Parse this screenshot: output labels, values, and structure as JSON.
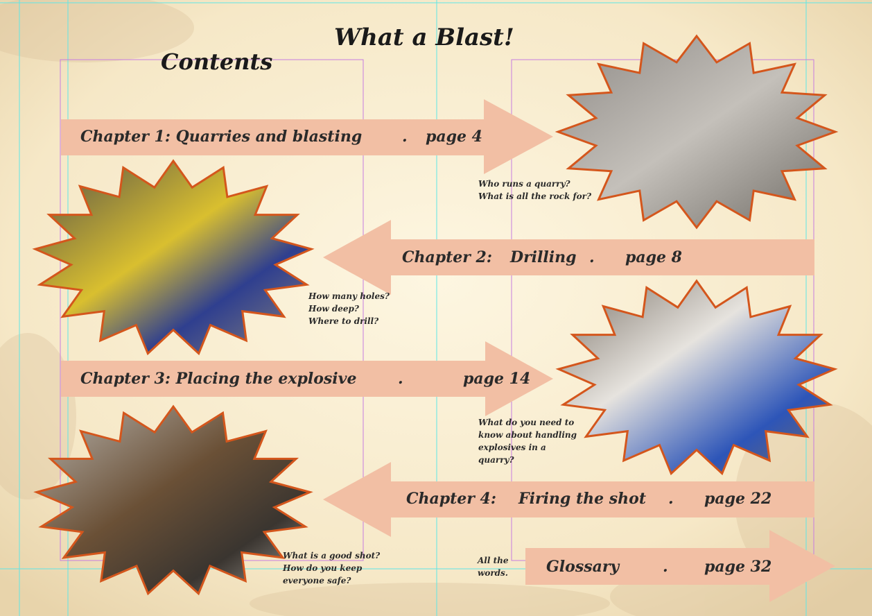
{
  "page": {
    "title": "What a   Blast!",
    "contents_heading": "Contents"
  },
  "chapters": [
    {
      "title": "Chapter 1:  Quarries and blasting",
      "dot": ".",
      "page": "page 4",
      "questions": [
        "Who runs a quarry?",
        "What is all the rock for?"
      ]
    },
    {
      "title": "Chapter 2:",
      "subtitle": "Drilling",
      "dot": ".",
      "page": "page 8",
      "questions": [
        "How many holes?",
        "How deep?",
        "Where to drill?"
      ]
    },
    {
      "title": "Chapter 3:  Placing the explosive",
      "dot": ".",
      "page": "page 14",
      "questions": [
        "What do you need to",
        "know about handling",
        "explosives in a",
        "quarry?"
      ]
    },
    {
      "title": "Chapter 4:",
      "subtitle": "Firing the shot",
      "dot": ".",
      "page": "page  22",
      "questions": [
        "What is a good shot?",
        "How do you keep",
        "everyone safe?"
      ]
    }
  ],
  "glossary": {
    "title": "Glossary",
    "dot": ".",
    "page": "page  32",
    "questions": [
      "All the",
      "words."
    ]
  },
  "colors": {
    "arrow": "#f2bfa4",
    "burst_stroke": "#d4561c",
    "background": "#fbf1d8"
  }
}
